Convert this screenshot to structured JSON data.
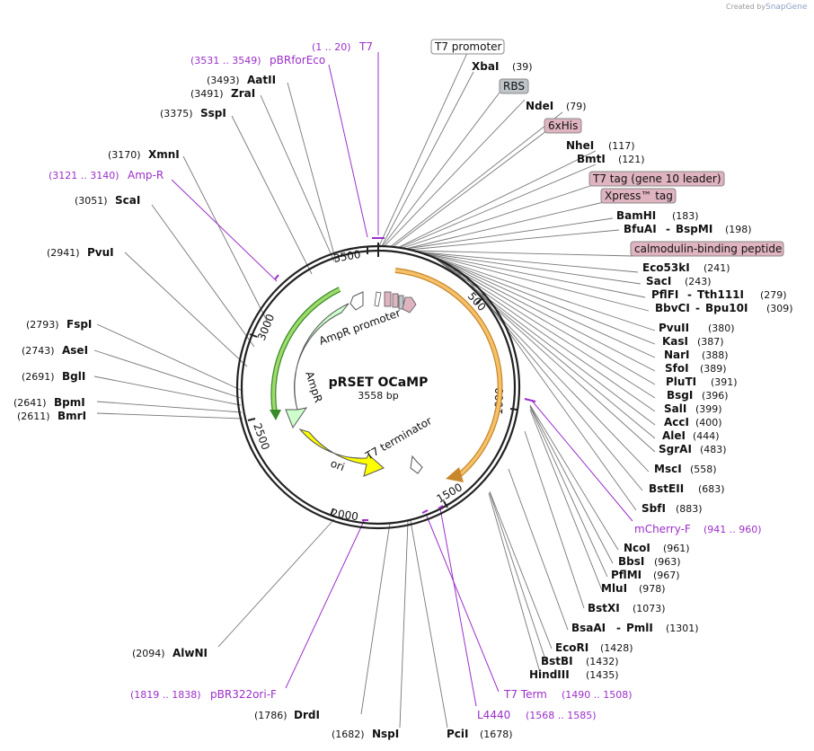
{
  "credit": {
    "prefix": "Created by",
    "brand": "SnapGene"
  },
  "plasmid": {
    "name": "pRSET OCaMP",
    "size": "3558 bp"
  },
  "ticks": [
    "500",
    "1000",
    "1500",
    "2000",
    "2500",
    "3000",
    "3500"
  ],
  "features": [
    {
      "label": "AmpR promoter"
    },
    {
      "label": "AmpR"
    },
    {
      "label": "ori"
    },
    {
      "label": "T7 terminator"
    }
  ],
  "enzymes": [
    {
      "name": "XbaI",
      "pos": "(39)"
    },
    {
      "name": "NdeI",
      "pos": "(79)"
    },
    {
      "name": "NheI",
      "pos": "(117)"
    },
    {
      "name": "BmtI",
      "pos": "(121)"
    },
    {
      "name": "BamHI",
      "pos": "(183)"
    },
    {
      "name": "BfuAI",
      "name2": "BspMI",
      "pos": "(198)"
    },
    {
      "name": "Eco53kI",
      "pos": "(241)"
    },
    {
      "name": "SacI",
      "pos": "(243)"
    },
    {
      "name": "PflFI",
      "name2": "Tth111I",
      "pos": "(279)"
    },
    {
      "name": "BbvCI",
      "name2": "Bpu10I",
      "pos": "(309)"
    },
    {
      "name": "PvuII",
      "pos": "(380)"
    },
    {
      "name": "KasI",
      "pos": "(387)"
    },
    {
      "name": "NarI",
      "pos": "(388)"
    },
    {
      "name": "SfoI",
      "pos": "(389)"
    },
    {
      "name": "PluTI",
      "pos": "(391)"
    },
    {
      "name": "BsgI",
      "pos": "(396)"
    },
    {
      "name": "SalI",
      "pos": "(399)"
    },
    {
      "name": "AccI",
      "pos": "(400)"
    },
    {
      "name": "AleI",
      "pos": "(444)"
    },
    {
      "name": "SgrAI",
      "pos": "(483)"
    },
    {
      "name": "MscI",
      "pos": "(558)"
    },
    {
      "name": "BstEII",
      "pos": "(683)"
    },
    {
      "name": "SbfI",
      "pos": "(883)"
    },
    {
      "name": "NcoI",
      "pos": "(961)"
    },
    {
      "name": "BbsI",
      "pos": "(963)"
    },
    {
      "name": "PflMI",
      "pos": "(967)"
    },
    {
      "name": "MluI",
      "pos": "(978)"
    },
    {
      "name": "BstXI",
      "pos": "(1073)"
    },
    {
      "name": "BsaAI",
      "name2": "PmlI",
      "pos": "(1301)"
    },
    {
      "name": "EcoRI",
      "pos": "(1428)"
    },
    {
      "name": "BstBI",
      "pos": "(1432)"
    },
    {
      "name": "HindIII",
      "pos": "(1435)"
    },
    {
      "name": "PciI",
      "pos": "(1678)"
    },
    {
      "name": "NspI",
      "pos": "(1682)"
    },
    {
      "name": "DrdI",
      "pos": "(1786)"
    },
    {
      "name": "AlwNI",
      "pos": "(2094)"
    },
    {
      "name": "BmrI",
      "pos": "(2611)"
    },
    {
      "name": "BpmI",
      "pos": "(2641)"
    },
    {
      "name": "BglI",
      "pos": "(2691)"
    },
    {
      "name": "AseI",
      "pos": "(2743)"
    },
    {
      "name": "FspI",
      "pos": "(2793)"
    },
    {
      "name": "PvuI",
      "pos": "(2941)"
    },
    {
      "name": "ScaI",
      "pos": "(3051)"
    },
    {
      "name": "XmnI",
      "pos": "(3170)"
    },
    {
      "name": "SspI",
      "pos": "(3375)"
    },
    {
      "name": "ZraI",
      "pos": "(3491)"
    },
    {
      "name": "AatII",
      "pos": "(3493)"
    }
  ],
  "primers": [
    {
      "name": "T7",
      "pos": "(1 .. 20)"
    },
    {
      "name": "pBRforEco",
      "pos": "(3531 .. 3549)"
    },
    {
      "name": "Amp-R",
      "pos": "(3121 .. 3140)"
    },
    {
      "name": "mCherry-F",
      "pos": "(941 .. 960)"
    },
    {
      "name": "T7 Term",
      "pos": "(1490 .. 1508)"
    },
    {
      "name": "L4440",
      "pos": "(1568 .. 1585)"
    },
    {
      "name": "pBR322ori-F",
      "pos": "(1819 .. 1838)"
    }
  ],
  "boxes": [
    {
      "label": "T7 promoter"
    },
    {
      "label": "RBS"
    },
    {
      "label": "6xHis"
    },
    {
      "label": "T7 tag (gene 10 leader)"
    },
    {
      "label": "Xpress™ tag"
    },
    {
      "label": "calmodulin-binding peptide"
    }
  ],
  "colors": {
    "primer": "#9b2fc9",
    "ampr": "#ccffcc",
    "ori": "#ffff00",
    "orf": "#f5c16b",
    "tag": "#dfb3c0",
    "rbs": "#bfc4c9"
  }
}
